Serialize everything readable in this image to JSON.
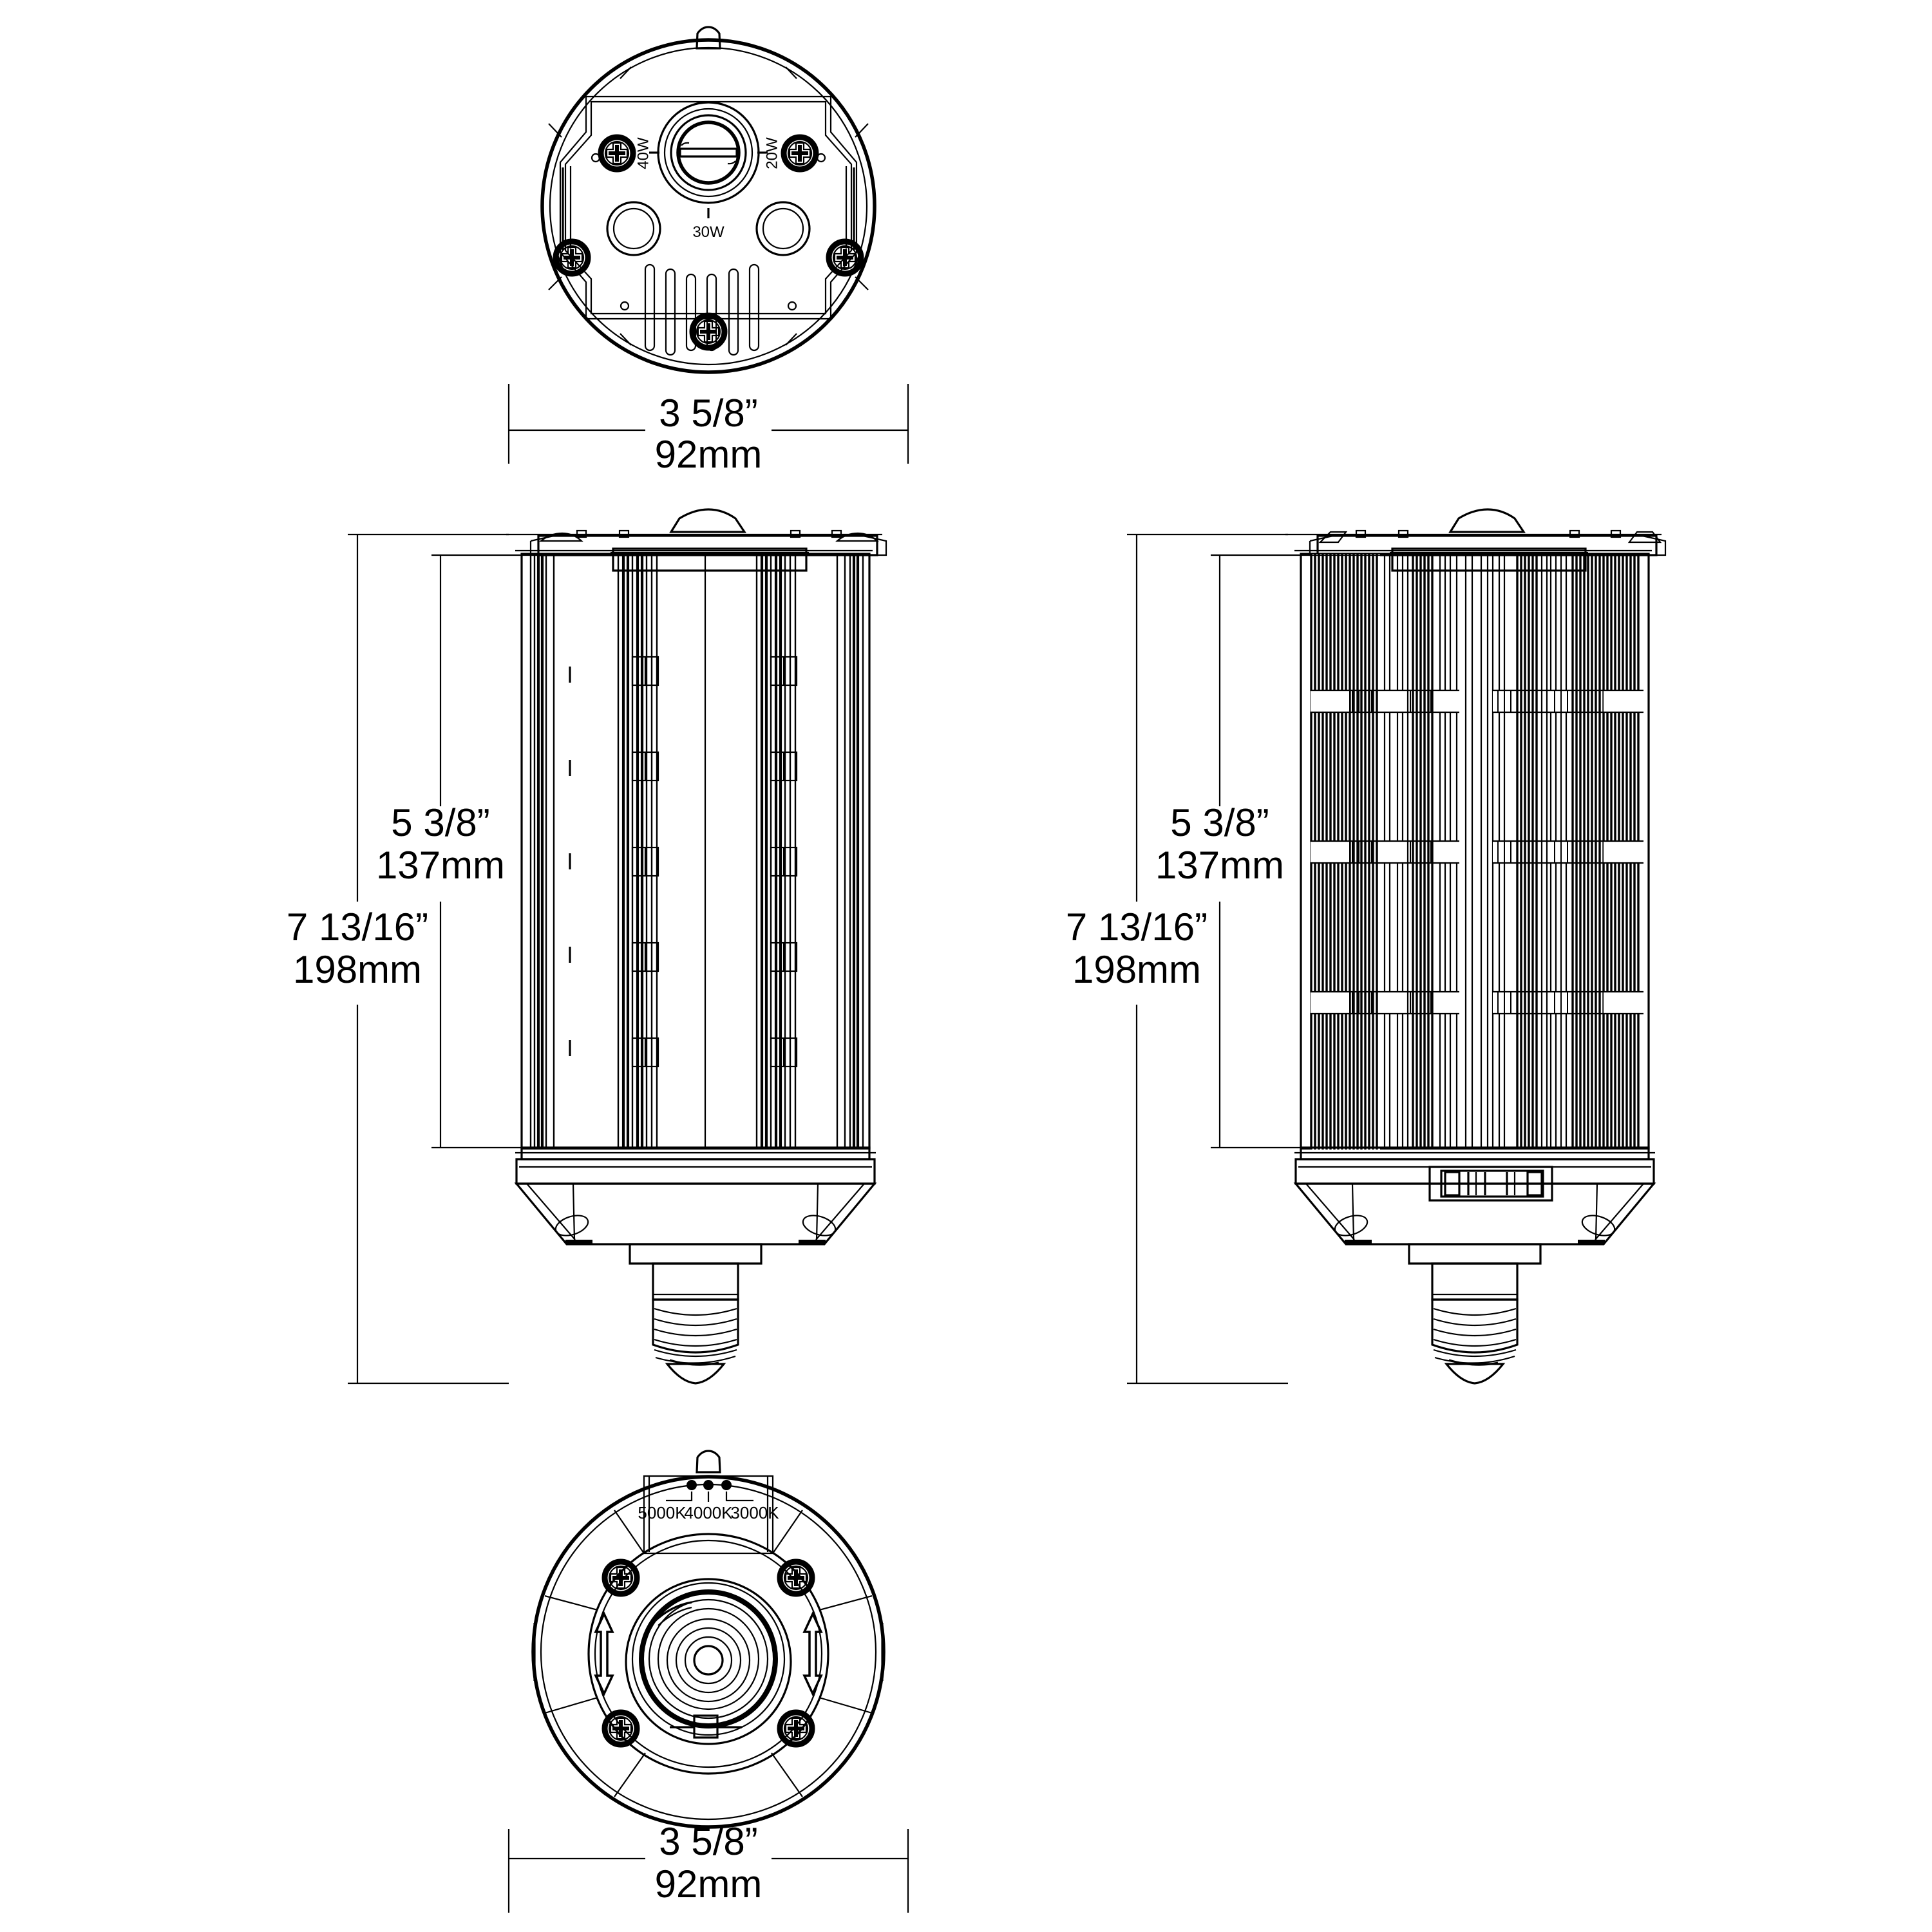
{
  "drawing": {
    "title": "LED Corn Lamp Dimensional Drawing",
    "line_color": "#000000",
    "background_color": "#ffffff"
  },
  "views": {
    "top": {
      "name": "top-view",
      "wattage_selector": {
        "label_left": "40W",
        "label_right": "20W",
        "label_bottom": "30W"
      },
      "dimension": {
        "inches": "3  5/8”",
        "millimeters": "92mm"
      }
    },
    "front_left": {
      "name": "front-elevation-view",
      "dimension_body": {
        "inches": "5  3/8”",
        "millimeters": "137mm"
      },
      "dimension_overall": {
        "inches": "7  13/16”",
        "millimeters": "198mm"
      }
    },
    "front_right": {
      "name": "side-elevation-view",
      "dimension_body": {
        "inches": "5  3/8”",
        "millimeters": "137mm"
      },
      "dimension_overall": {
        "inches": "7  13/16”",
        "millimeters": "198mm"
      }
    },
    "bottom": {
      "name": "bottom-view",
      "cct_selector": {
        "options": [
          "5000K",
          "4000K",
          "3000K"
        ]
      },
      "dimension": {
        "inches": "3  5/8”",
        "millimeters": "92mm"
      }
    }
  }
}
